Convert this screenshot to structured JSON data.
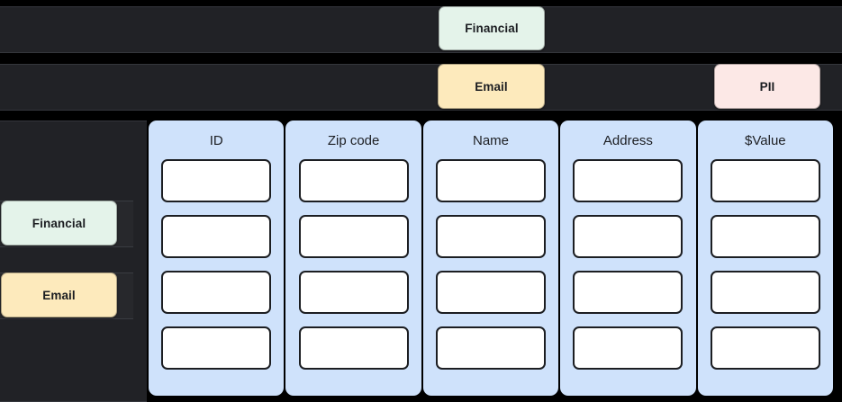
{
  "theme": {
    "background": "#000000",
    "panel_dark": "#212226",
    "column_blue": "#cfe2fb",
    "cell_white": "#ffffff",
    "cell_border": "#1c1e22"
  },
  "tag_rows": [
    {
      "row_index": 1,
      "badges": [
        {
          "label": "Financial",
          "color": "#e4f3ea",
          "name": "tag-financial"
        }
      ]
    },
    {
      "row_index": 2,
      "badges": [
        {
          "label": "Email",
          "color": "#fdeabc",
          "name": "tag-email"
        },
        {
          "label": "PII",
          "color": "#fce8e6",
          "name": "tag-pii"
        }
      ]
    }
  ],
  "sidebar": {
    "items": [
      {
        "label": "Financial",
        "color": "#e4f3ea"
      },
      {
        "label": "Email",
        "color": "#fdeabc"
      }
    ]
  },
  "table": {
    "columns": [
      {
        "header": "ID"
      },
      {
        "header": "Zip code"
      },
      {
        "header": "Name"
      },
      {
        "header": "Address"
      },
      {
        "header": "$Value"
      }
    ],
    "row_count": 4,
    "cells": [
      [
        "",
        "",
        "",
        "",
        ""
      ],
      [
        "",
        "",
        "",
        "",
        ""
      ],
      [
        "",
        "",
        "",
        "",
        ""
      ],
      [
        "",
        "",
        "",
        "",
        ""
      ]
    ]
  }
}
